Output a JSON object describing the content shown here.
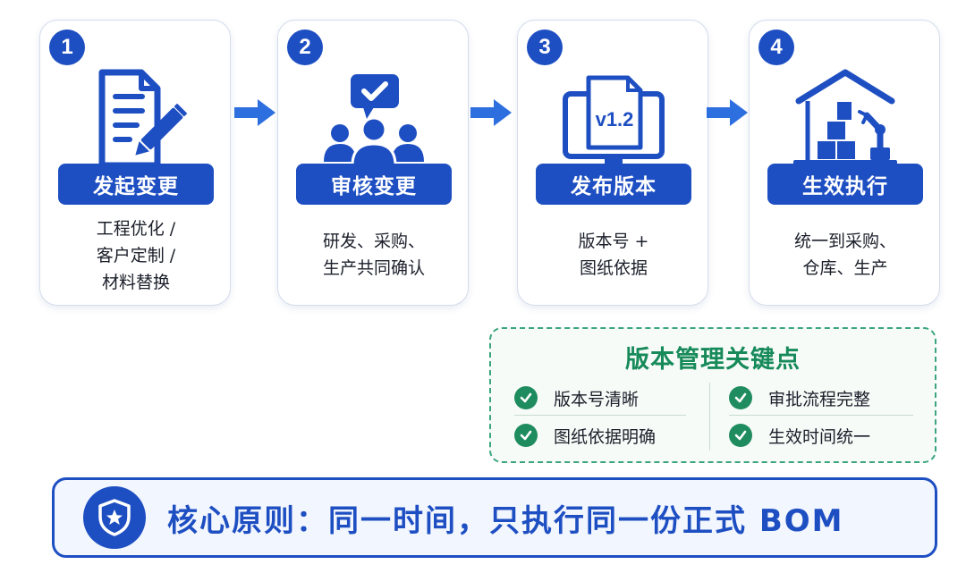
{
  "colors": {
    "primary_blue": "#1e4fc2",
    "green": "#178a5a",
    "check_green": "#1f8c5f",
    "arrow_blue": "#2e6fe0"
  },
  "steps": [
    {
      "number": "1",
      "label": "发起变更",
      "desc": [
        "工程优化 /",
        "客户定制 /",
        "材料替换"
      ],
      "icon": "document-edit-icon"
    },
    {
      "number": "2",
      "label": "审核变更",
      "desc": [
        "研发、采购、",
        "生产共同确认"
      ],
      "icon": "team-approve-icon"
    },
    {
      "number": "3",
      "label": "发布版本",
      "desc": [
        "版本号 +",
        "图纸依据"
      ],
      "icon": "monitor-version-icon",
      "version_text": "v1.2"
    },
    {
      "number": "4",
      "label": "生效执行",
      "desc": [
        "统一到采购、",
        "仓库、生产"
      ],
      "icon": "warehouse-robot-icon"
    }
  ],
  "key_points": {
    "title": "版本管理关键点",
    "items": [
      "版本号清晰",
      "审批流程完整",
      "图纸依据明确",
      "生效时间统一"
    ]
  },
  "principle": {
    "text": "核心原则：同一时间，只执行同一份正式 BOM",
    "icon": "shield-star-icon"
  }
}
